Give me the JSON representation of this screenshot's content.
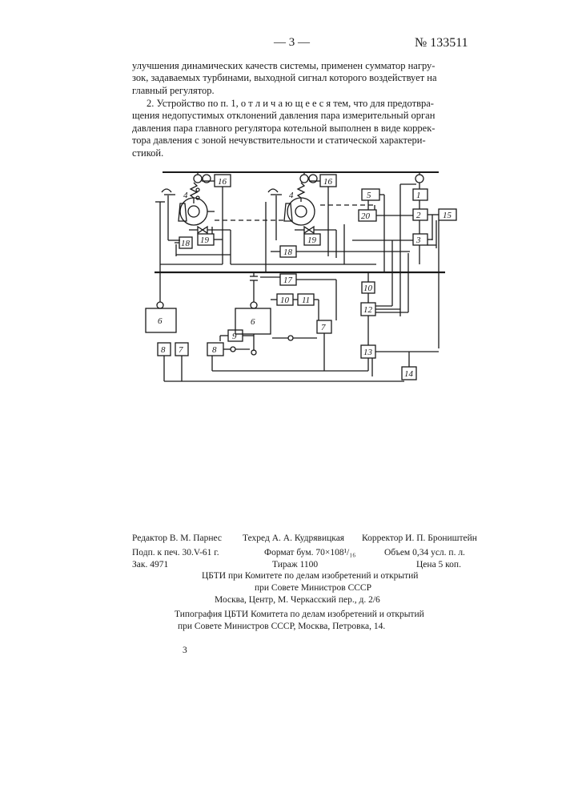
{
  "header": {
    "page_marker": "— 3 —",
    "patent_number": "№ 133511"
  },
  "body_text": {
    "continuation_lines": [
      "улучшения динамических качеств системы, применен сумматор нагру-",
      "зок, задаваемых турбинами, выходной сигнал которого воздействует на",
      "главный регулятор."
    ],
    "claim2_lines": [
      "2. Устройство по п. 1, о т л и ч а ю щ е е с я тем, что для предотвра-",
      "щения недопустимых отклонений давления пара измерительный орган",
      "давления пара главного регулятора котельной выполнен в виде коррек-",
      "тора давления с зоной нечувствительности и статической характери-",
      "стикой."
    ]
  },
  "diagram": {
    "block_labels": [
      "1",
      "2",
      "3",
      "4",
      "4",
      "5",
      "6",
      "6",
      "7",
      "7",
      "8",
      "8",
      "9",
      "10",
      "10",
      "11",
      "12",
      "13",
      "14",
      "15",
      "16",
      "16",
      "17",
      "18",
      "18",
      "19",
      "19",
      "20"
    ]
  },
  "imprint": {
    "editor": "Редактор В. М. Парнес",
    "techred": "Техред А. А. Кудрявицкая",
    "corrector": "Корректор И. П. Броништейн",
    "signed": "Подп. к печ. 30.V-61 г.",
    "format": "Формат бум. 70×108¹/₁₆",
    "volume": "Объем 0,34 усл. п. л.",
    "order": "Зак. 4971",
    "print_run": "Тираж 1100",
    "price": "Цена 5 коп.",
    "org_line1": "ЦБТИ при Комитете по делам изобретений и открытий",
    "org_line2": "при Совете Министров СССР",
    "org_line3": "Москва, Центр, М. Черкасский пер., д. 2/6",
    "typo_line1": "Типография ЦБТИ Комитета по делам изобретений и открытий",
    "typo_line2": "при Совете Министров СССР, Москва, Петровка, 14."
  },
  "footer": {
    "page_number": "3"
  }
}
